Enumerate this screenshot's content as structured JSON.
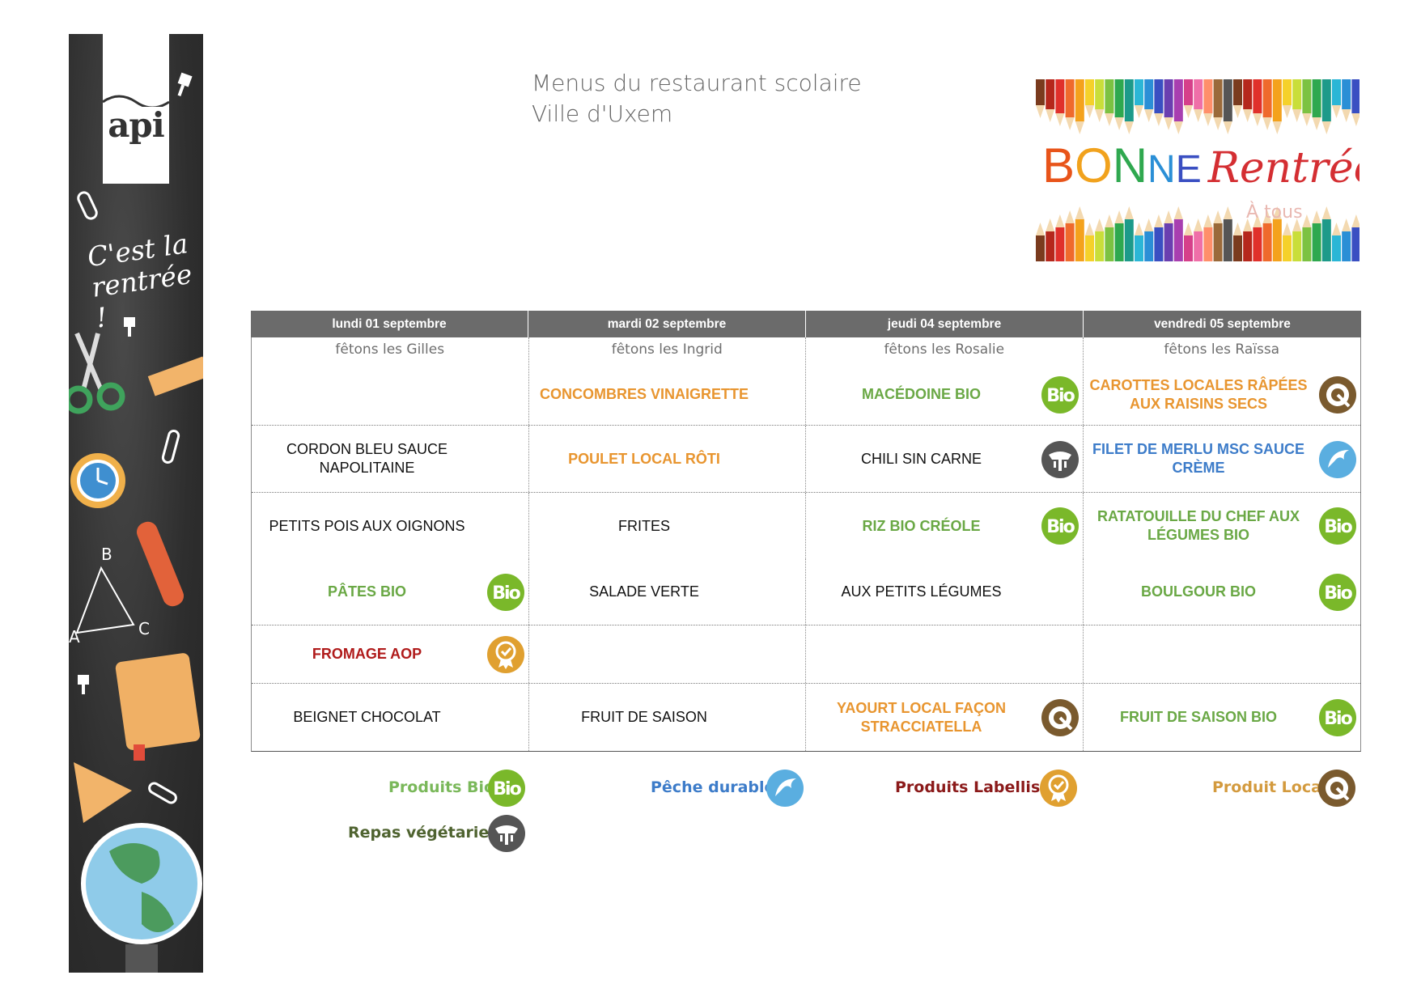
{
  "header": {
    "title_line1": "Menus du restaurant scolaire",
    "title_line2": "Ville d'Uxem"
  },
  "banner": {
    "logo": "api",
    "tagline": "C'est la rentrée !"
  },
  "bonne_rentree": {
    "letters": [
      "B",
      "O",
      "N",
      "N",
      "E"
    ],
    "letter_colors": [
      "#e8541a",
      "#f1a21d",
      "#2fa84f",
      "#2b8fd6",
      "#3a4fc2"
    ],
    "rentree": "Rentrée !",
    "sub": "À tous"
  },
  "days": [
    {
      "label": "lundi 01 septembre",
      "fete": "fêtons les Gilles"
    },
    {
      "label": "mardi 02 septembre",
      "fete": "fêtons les Ingrid"
    },
    {
      "label": "jeudi 04 septembre",
      "fete": "fêtons les Rosalie"
    },
    {
      "label": "vendredi 05 septembre",
      "fete": "fêtons les Raïssa"
    }
  ],
  "rows": {
    "entree": [
      {
        "text": "",
        "style": "plain",
        "icon": ""
      },
      {
        "text": "CONCOMBRES VINAIGRETTE",
        "style": "orange",
        "icon": ""
      },
      {
        "text": "MACÉDOINE BIO",
        "style": "green",
        "icon": "bio-icon"
      },
      {
        "text": "CAROTTES LOCALES RÂPÉES AUX RAISINS SECS",
        "style": "orange",
        "icon": "local-icon"
      }
    ],
    "plat": [
      {
        "text": "CORDON BLEU SAUCE NAPOLITAINE",
        "style": "plain",
        "icon": ""
      },
      {
        "text": "POULET LOCAL RÔTI",
        "style": "orange",
        "icon": ""
      },
      {
        "text": "CHILI SIN CARNE",
        "style": "plain",
        "icon": "vegetarian-icon"
      },
      {
        "text": "FILET DE MERLU MSC SAUCE CRÈME",
        "style": "blue",
        "icon": "fish-icon"
      }
    ],
    "accomp1": [
      {
        "text": "PETITS POIS AUX OIGNONS",
        "style": "plain",
        "icon": ""
      },
      {
        "text": "FRITES",
        "style": "plain",
        "icon": ""
      },
      {
        "text": "RIZ  BIO CRÉOLE",
        "style": "green",
        "icon": "bio-icon"
      },
      {
        "text": "RATATOUILLE DU CHEF AUX LÉGUMES BIO",
        "style": "green",
        "icon": "bio-icon"
      }
    ],
    "accomp2": [
      {
        "text": "PÂTES BIO",
        "style": "green",
        "icon": "bio-icon"
      },
      {
        "text": "SALADE VERTE",
        "style": "plain",
        "icon": ""
      },
      {
        "text": "AUX PETITS LÉGUMES",
        "style": "plain",
        "icon": ""
      },
      {
        "text": "BOULGOUR BIO",
        "style": "green",
        "icon": "bio-icon"
      }
    ],
    "fromage": [
      {
        "text": "FROMAGE AOP",
        "style": "red",
        "icon": "label-icon"
      },
      {
        "text": "",
        "style": "plain",
        "icon": ""
      },
      {
        "text": "",
        "style": "plain",
        "icon": ""
      },
      {
        "text": "",
        "style": "plain",
        "icon": ""
      }
    ],
    "dessert": [
      {
        "text": "BEIGNET CHOCOLAT",
        "style": "plain",
        "icon": ""
      },
      {
        "text": "FRUIT DE SAISON",
        "style": "plain",
        "icon": ""
      },
      {
        "text": "YAOURT LOCAL FAÇON STRACCIATELLA",
        "style": "orange",
        "icon": "local-icon"
      },
      {
        "text": "FRUIT DE SAISON BIO",
        "style": "green",
        "icon": "bio-icon"
      }
    ]
  },
  "legend": {
    "bio": "Produits Bio",
    "peche": "Pêche durable",
    "label": "Produits Labellisés",
    "local": "Produit Local",
    "veg": "Repas végétarien"
  },
  "colors": {
    "header_bg": "#6b6b6b",
    "bio": "#7ab82a",
    "local": "#7a5a2e",
    "label": "#e0a030",
    "fish": "#5aaee0",
    "veg": "#555555"
  }
}
